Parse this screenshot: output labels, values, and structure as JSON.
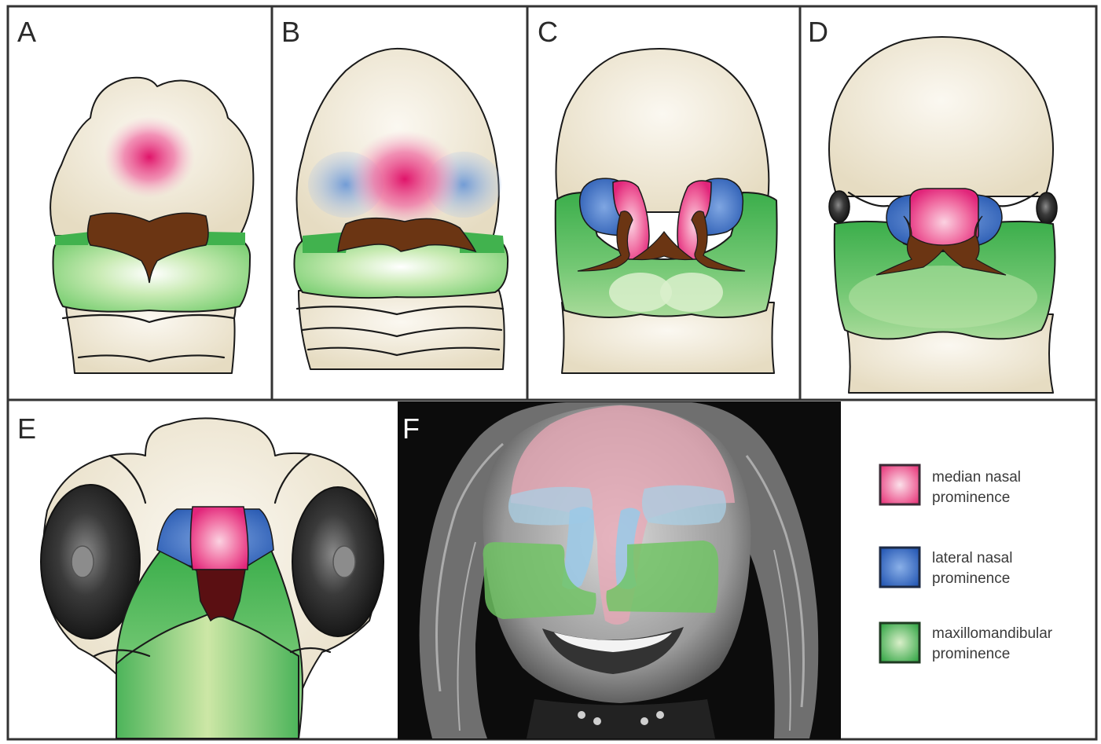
{
  "panels": [
    {
      "id": "A",
      "label": "A"
    },
    {
      "id": "B",
      "label": "B"
    },
    {
      "id": "C",
      "label": "C"
    },
    {
      "id": "D",
      "label": "D"
    },
    {
      "id": "E",
      "label": "E"
    },
    {
      "id": "F",
      "label": "F"
    }
  ],
  "legend": [
    {
      "key": "median",
      "line1": "median nasal",
      "line2": "prominence",
      "color": "#e8367a"
    },
    {
      "key": "lateral",
      "line1": "lateral nasal",
      "line2": "prominence",
      "color": "#3b6fc0"
    },
    {
      "key": "maxillo",
      "line1": "maxillomandibular",
      "line2": "prominence",
      "color": "#3fb24f"
    }
  ],
  "colors": {
    "skin": "#ece2cc",
    "oral": "#6b3513",
    "median": "#e8367a",
    "lateral": "#3b6fc0",
    "maxillo": "#3fb24f",
    "eye": "#2a2a2a",
    "photo_bg": "#0c0c0c"
  }
}
